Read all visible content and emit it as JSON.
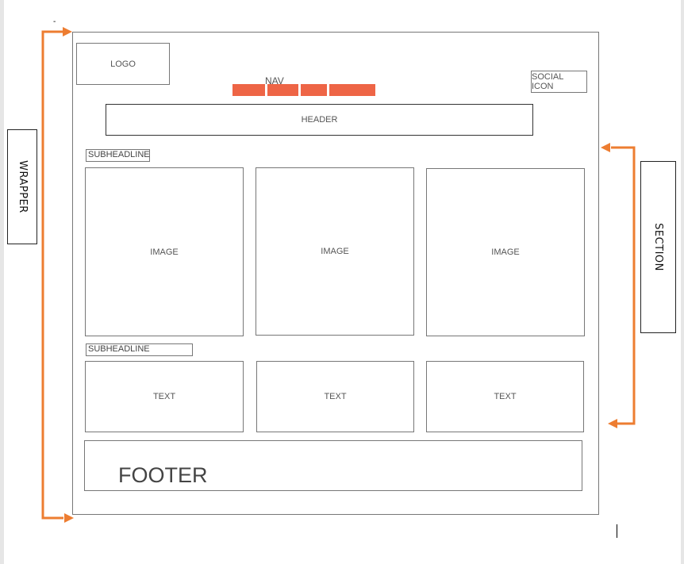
{
  "diagram": {
    "logo": "LOGO",
    "nav": "NAV",
    "social_icon": "SOCIAL ICON",
    "header": "HEADER",
    "subheadline_1": "SUBHEADLINE",
    "subheadline_2": "SUBHEADLINE",
    "images": [
      "IMAGE",
      "IMAGE",
      "IMAGE"
    ],
    "texts": [
      "TEXT",
      "TEXT",
      "TEXT"
    ],
    "footer": "FOOTER",
    "wrapper_label": "WRAPPER",
    "section_label": "SECTION",
    "stray_mark": "-"
  },
  "colors": {
    "accent_arrow": "#ed7d31",
    "nav_tabs": "#ee6546",
    "box_border": "#777777"
  }
}
